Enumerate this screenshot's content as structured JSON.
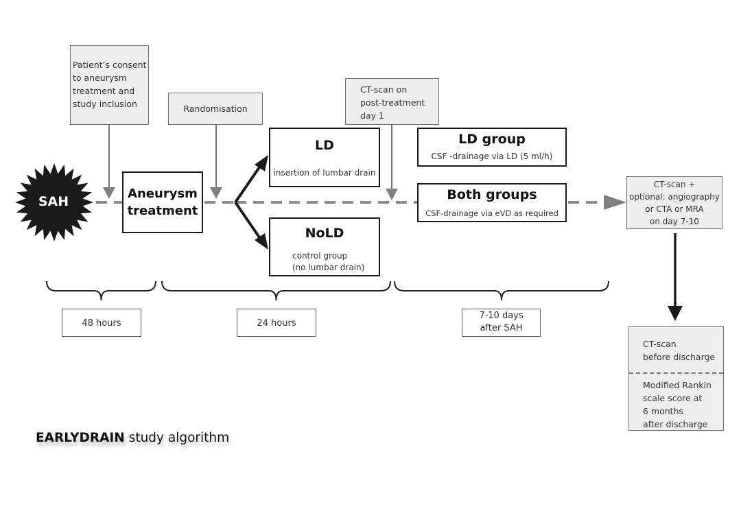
{
  "title": {
    "bold": "EARLYDRAIN",
    "rest": " study algorithm"
  },
  "start_node": {
    "label": "SAH",
    "shape": "starburst",
    "color": "#1a1a1a"
  },
  "annotations": {
    "consent": "Patient’s consent\nto aneurysm\ntreatment and\nstudy inclusion",
    "randomisation": "Randomisation",
    "ct_day1": "CT-scan on\npost-treatment\nday 1"
  },
  "nodes": {
    "aneurysm_treatment": "Aneurysm\ntreatment",
    "ld": {
      "title": "LD",
      "subtitle": "insertion of lumbar drain"
    },
    "nold": {
      "title": "NoLD",
      "subtitle": "control group\n(no lumbar drain)"
    },
    "ld_group": {
      "title": "LD group",
      "subtitle": "CSF -drainage via LD (5 ml/h)"
    },
    "both_groups": {
      "title": "Both groups",
      "subtitle": "CSF-drainage via eVD as required"
    },
    "ct_day7_10": "CT-scan +\noptional: angiography\nor CTA or MRA\non day 7-10",
    "discharge": {
      "top": "CT-scan\nbefore discharge",
      "bottom": "Modified Rankin\nscale score at\n6 months\nafter discharge"
    }
  },
  "timeline": [
    {
      "label": "48 hours"
    },
    {
      "label": "24 hours"
    },
    {
      "label": "7-10 days\nafter SAH"
    }
  ],
  "colors": {
    "dashed_line": "#8c8c8c",
    "grey_box_fill": "#eeeeee",
    "arrow_dark": "#1a1a1a",
    "arrow_grey": "#777777"
  }
}
